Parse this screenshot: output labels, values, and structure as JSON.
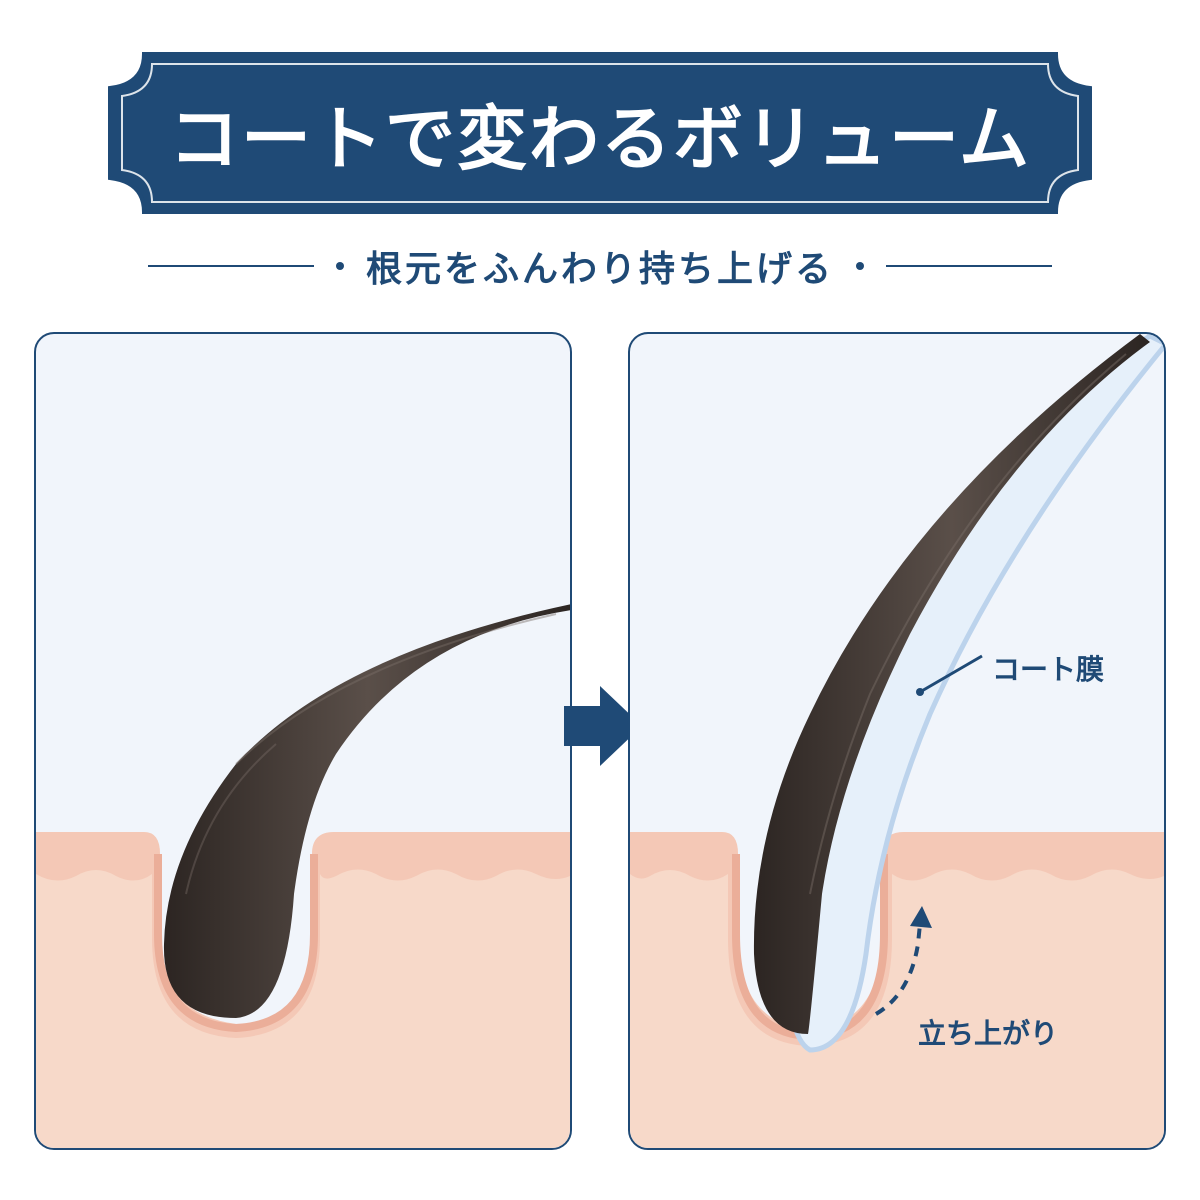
{
  "header": {
    "title": "コートで変わるボリューム",
    "subtitle": "根元をふんわり持ち上げる"
  },
  "labels": {
    "coat_film": "コート膜",
    "lift": "立ち上がり"
  },
  "colors": {
    "navy": "#1f4a76",
    "panel_bg": "#f1f5fb",
    "skin": "#f7d9c9",
    "skin_edge": "#f2b9a6",
    "hair": "#3f3632",
    "coat": "#bcd3ec"
  },
  "icons": {
    "transition": "arrow-right-icon",
    "lift": "dashed-curved-arrow-up-icon"
  }
}
